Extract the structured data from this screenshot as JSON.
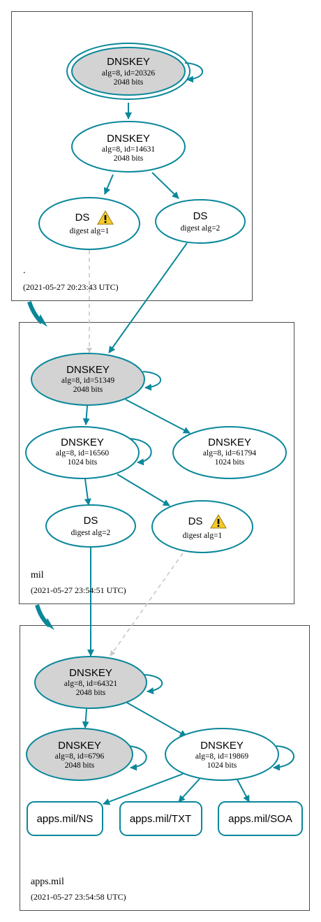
{
  "zones": {
    "root": {
      "name": ".",
      "time": "(2021-05-27 20:23:43 UTC)"
    },
    "mil": {
      "name": "mil",
      "time": "(2021-05-27 23:54:51 UTC)"
    },
    "apps": {
      "name": "apps.mil",
      "time": "(2021-05-27 23:54:58 UTC)"
    }
  },
  "nodes": {
    "root_ksk": {
      "title": "DNSKEY",
      "line1": "alg=8, id=20326",
      "line2": "2048 bits"
    },
    "root_zsk": {
      "title": "DNSKEY",
      "line1": "alg=8, id=14631",
      "line2": "2048 bits"
    },
    "root_ds1": {
      "title": "DS",
      "line1": "digest alg=1"
    },
    "root_ds2": {
      "title": "DS",
      "line1": "digest alg=2"
    },
    "mil_ksk": {
      "title": "DNSKEY",
      "line1": "alg=8, id=51349",
      "line2": "2048 bits"
    },
    "mil_zsk1": {
      "title": "DNSKEY",
      "line1": "alg=8, id=16560",
      "line2": "1024 bits"
    },
    "mil_zsk2": {
      "title": "DNSKEY",
      "line1": "alg=8, id=61794",
      "line2": "1024 bits"
    },
    "mil_ds2": {
      "title": "DS",
      "line1": "digest alg=2"
    },
    "mil_ds1": {
      "title": "DS",
      "line1": "digest alg=1"
    },
    "apps_ksk": {
      "title": "DNSKEY",
      "line1": "alg=8, id=64321",
      "line2": "2048 bits"
    },
    "apps_ksk2": {
      "title": "DNSKEY",
      "line1": "alg=8, id=6796",
      "line2": "2048 bits"
    },
    "apps_zsk": {
      "title": "DNSKEY",
      "line1": "alg=8, id=19869",
      "line2": "1024 bits"
    },
    "rr_ns": {
      "label": "apps.mil/NS"
    },
    "rr_txt": {
      "label": "apps.mil/TXT"
    },
    "rr_soa": {
      "label": "apps.mil/SOA"
    }
  },
  "icons": {
    "warning": "warning-icon"
  },
  "colors": {
    "edge": "#0a879a",
    "sep_fill": "#d3d3d3",
    "insecure_edge": "#c8c8c8"
  }
}
